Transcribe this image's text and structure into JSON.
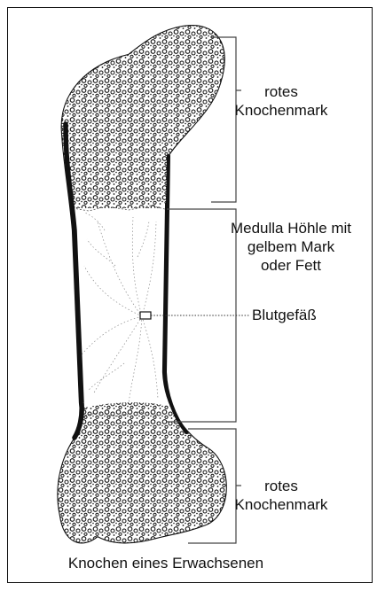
{
  "labels": {
    "top_red_marrow": [
      "rotes",
      "Knochenmark"
    ],
    "medulla": [
      "Medulla Höhle mit",
      "gelbem Mark",
      "oder Fett"
    ],
    "blood_vessel": "Blutgefäß",
    "bottom_red_marrow": [
      "rotes",
      "Knochenmark"
    ],
    "caption": "Knochen eines Erwachsenen"
  },
  "colors": {
    "ink": "#111111",
    "background": "#ffffff"
  }
}
